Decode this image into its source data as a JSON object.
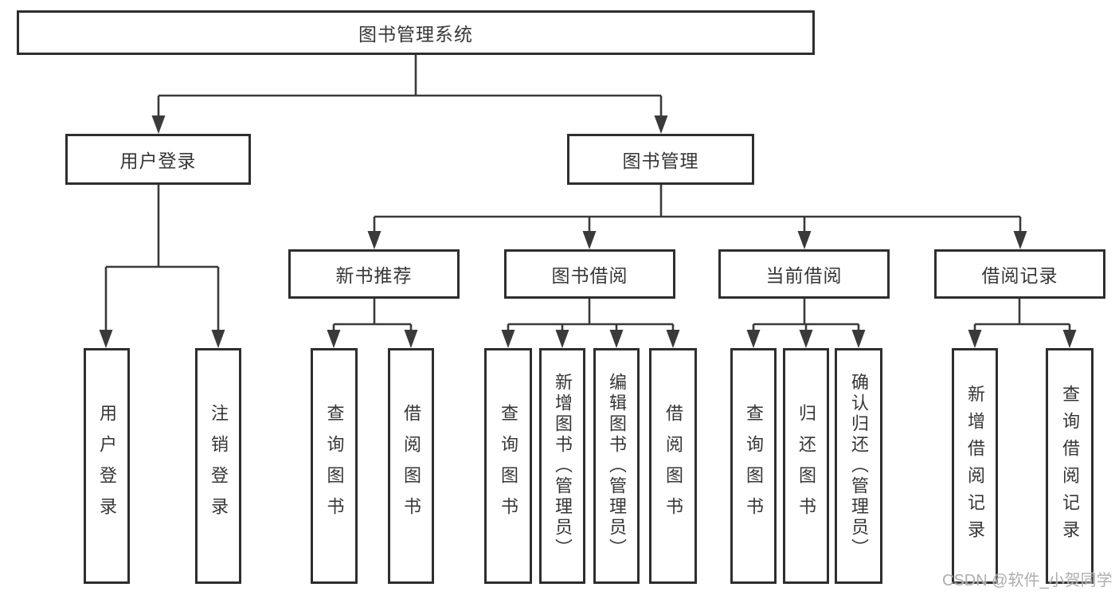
{
  "diagram": {
    "title": "图书管理系统",
    "root": {
      "label": "图书管理系统"
    },
    "level2": [
      {
        "label": "用户登录",
        "parent": "图书管理系统"
      },
      {
        "label": "图书管理",
        "parent": "图书管理系统"
      }
    ],
    "level3": [
      {
        "label": "新书推荐",
        "parent": "图书管理"
      },
      {
        "label": "图书借阅",
        "parent": "图书管理"
      },
      {
        "label": "当前借阅",
        "parent": "图书管理"
      },
      {
        "label": "借阅记录",
        "parent": "图书管理"
      }
    ],
    "leaves": [
      {
        "label": "用户登录",
        "parent": "用户登录"
      },
      {
        "label": "注销登录",
        "parent": "用户登录"
      },
      {
        "label": "查询图书",
        "parent": "新书推荐"
      },
      {
        "label": "借阅图书",
        "parent": "新书推荐"
      },
      {
        "label": "查询图书",
        "parent": "图书借阅"
      },
      {
        "label": "新增图书（管理员）",
        "parent": "图书借阅"
      },
      {
        "label": "编辑图书（管理员）",
        "parent": "图书借阅"
      },
      {
        "label": "借阅图书",
        "parent": "图书借阅"
      },
      {
        "label": "查询图书",
        "parent": "当前借阅"
      },
      {
        "label": "归还图书",
        "parent": "当前借阅"
      },
      {
        "label": "确认归还（管理员）",
        "parent": "当前借阅"
      },
      {
        "label": "新增借阅记录",
        "parent": "借阅记录"
      },
      {
        "label": "查询借阅记录",
        "parent": "借阅记录"
      }
    ]
  },
  "watermark": {
    "text": "CSDN @软件_小贺同学"
  },
  "colors": {
    "line": "#3a3a3a",
    "box_border": "#2e2e2e",
    "text": "#363636",
    "watermark": "#aaaaaa",
    "background": "#ffffff"
  }
}
